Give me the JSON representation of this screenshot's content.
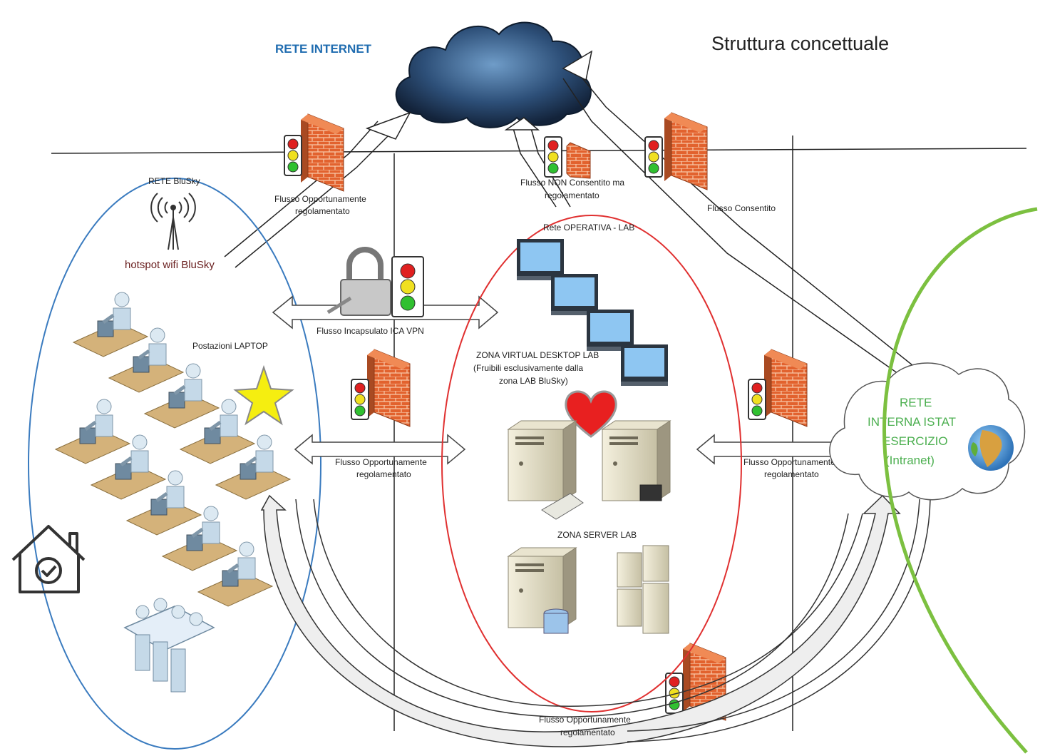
{
  "title": "Struttura concettuale",
  "internet_label": "RETE INTERNET",
  "bluesky": {
    "label": "RETE BluSky",
    "hotspot": "hotspot wifi BluSky",
    "laptops": "Postazioni LAPTOP"
  },
  "flows": {
    "top_left": [
      "Flusso Opportunamente",
      "regolamentato"
    ],
    "top_mid": [
      "Flusso NON Consentito ma",
      "regolamentato"
    ],
    "top_right": "Flusso Consentito",
    "vpn": "Flusso Incapsulato ICA VPN",
    "mid_left": [
      "Flusso Opportunamente",
      "regolamentato"
    ],
    "mid_right": [
      "Flusso Opportunamente",
      "regolamentato"
    ],
    "bottom": [
      "Flusso Opportunamente",
      "regolamentato"
    ]
  },
  "lab": {
    "label": "Rete OPERATIVA - LAB",
    "vdi": [
      "ZONA VIRTUAL DESKTOP LAB",
      "(Fruibili esclusivamente dalla",
      "zona LAB BluSky)"
    ],
    "servers": "ZONA SERVER LAB"
  },
  "intranet": [
    "RETE",
    "INTERNA ISTAT",
    "ESERCIZIO",
    "(Intranet)"
  ],
  "colors": {
    "bluesky_border": "#3a7bbf",
    "lab_border": "#e03030",
    "intranet_border": "#7cc040",
    "internet_text": "#1f6cb0",
    "intranet_text": "#4caf50",
    "heart": "#e82020",
    "star": "#f5ee10"
  },
  "icons": [
    "cloud-icon",
    "firewall-icon",
    "traffic-light-icon",
    "wifi-antenna-icon",
    "padlock-icon",
    "monitor-icon",
    "server-icon",
    "user-workstation-icon",
    "meeting-table-icon",
    "home-check-icon",
    "globe-icon",
    "heart-icon",
    "star-icon"
  ]
}
